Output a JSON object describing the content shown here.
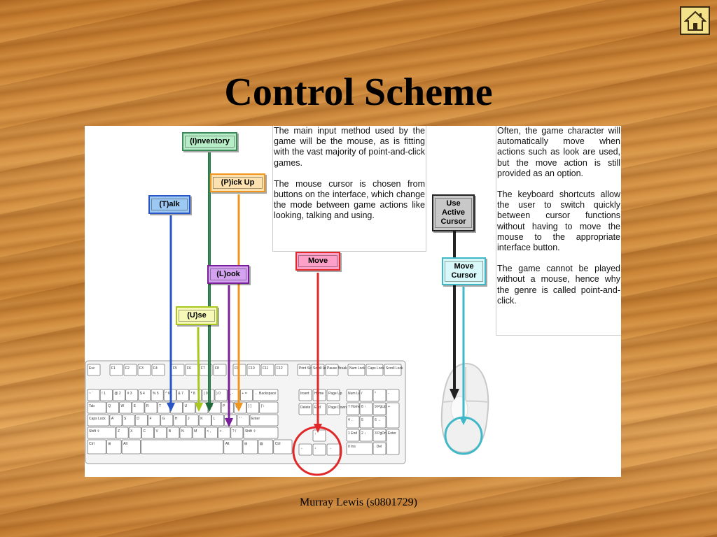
{
  "slide": {
    "title": "Control Scheme",
    "footer": "Murray Lewis (s0801729)"
  },
  "text_box_1": {
    "p1": "The main input method used by the game will be the mouse, as is fitting with the vast majority of point-and-click games.",
    "p2": "The mouse cursor is chosen from buttons on the interface, which change the mode between game actions like looking, talking and using."
  },
  "text_box_2": {
    "p1": "Often, the game character will automatically move when actions such as look are used, but the move action is still provided as an option.",
    "p2": "The keyboard shortcuts allow the user to switch quickly between cursor functions without having to move the mouse to the appropriate interface button.",
    "p3": "The game cannot be played without a mouse, hence why the genre is called point-and-click."
  },
  "labels": {
    "inventory": "(I)nventory",
    "pickup": "(P)ick Up",
    "talk": "(T)alk",
    "look": "(L)ook",
    "use": "(U)se",
    "move": "Move",
    "use_active_cursor": "Use Active Cursor",
    "move_cursor": "Move Cursor"
  },
  "colors": {
    "inventory": "#3b8a58",
    "pickup": "#f0961e",
    "talk": "#2a55c8",
    "look": "#7a1f9a",
    "use": "#a8c81e",
    "move": "#e02828",
    "use_active_cursor": "#222222",
    "move_cursor": "#40b8c8"
  },
  "keyboard": {
    "fkeys": [
      "Esc",
      "F1",
      "F2",
      "F3",
      "F4",
      "F5",
      "F6",
      "F7",
      "F8",
      "F9",
      "F10",
      "F11",
      "F12"
    ],
    "sys_keys": [
      "Print Screen SysRq",
      "Scroll Lock",
      "Pause Break"
    ],
    "lock_lights": [
      "Num Lock",
      "Caps Lock",
      "Scroll Lock"
    ],
    "row1": [
      "~ `",
      "! 1",
      "@ 2",
      "# 3",
      "$ 4",
      "% 5",
      "^ 6",
      "& 7",
      "* 8",
      "( 9",
      ") 0",
      "_ -",
      "+ =",
      "← Backspace"
    ],
    "row2": [
      "Tab",
      "Q",
      "W",
      "E",
      "R",
      "T",
      "Y",
      "U",
      "I",
      "O",
      "P",
      "{ [",
      "} ]",
      "| \\"
    ],
    "row3": [
      "Caps Lock",
      "A",
      "S",
      "D",
      "F",
      "G",
      "H",
      "J",
      "K",
      "L",
      ": ;",
      "\" '",
      "Enter"
    ],
    "row4": [
      "Shift ⇧",
      "Z",
      "X",
      "C",
      "V",
      "B",
      "N",
      "M",
      "< ,",
      "> .",
      "? /",
      "Shift ⇧"
    ],
    "row5": [
      "Ctrl",
      "⊞",
      "Alt",
      "",
      "Alt",
      "⊞",
      "▤",
      "Ctrl"
    ],
    "nav_top": [
      "Insert",
      "Home",
      "Page Up"
    ],
    "nav_bottom": [
      "Delete",
      "End",
      "Page Down"
    ],
    "arrows": [
      "↑",
      "←",
      "↓",
      "→"
    ],
    "numpad": [
      "Num Lock",
      "/",
      "*",
      "-",
      "7 Home",
      "8 ↑",
      "9 PgUp",
      "+",
      "4 ←",
      "5",
      "6 →",
      "1 End",
      "2 ↓",
      "3 PgDn",
      "Enter",
      "0 Ins",
      ". Del"
    ]
  }
}
